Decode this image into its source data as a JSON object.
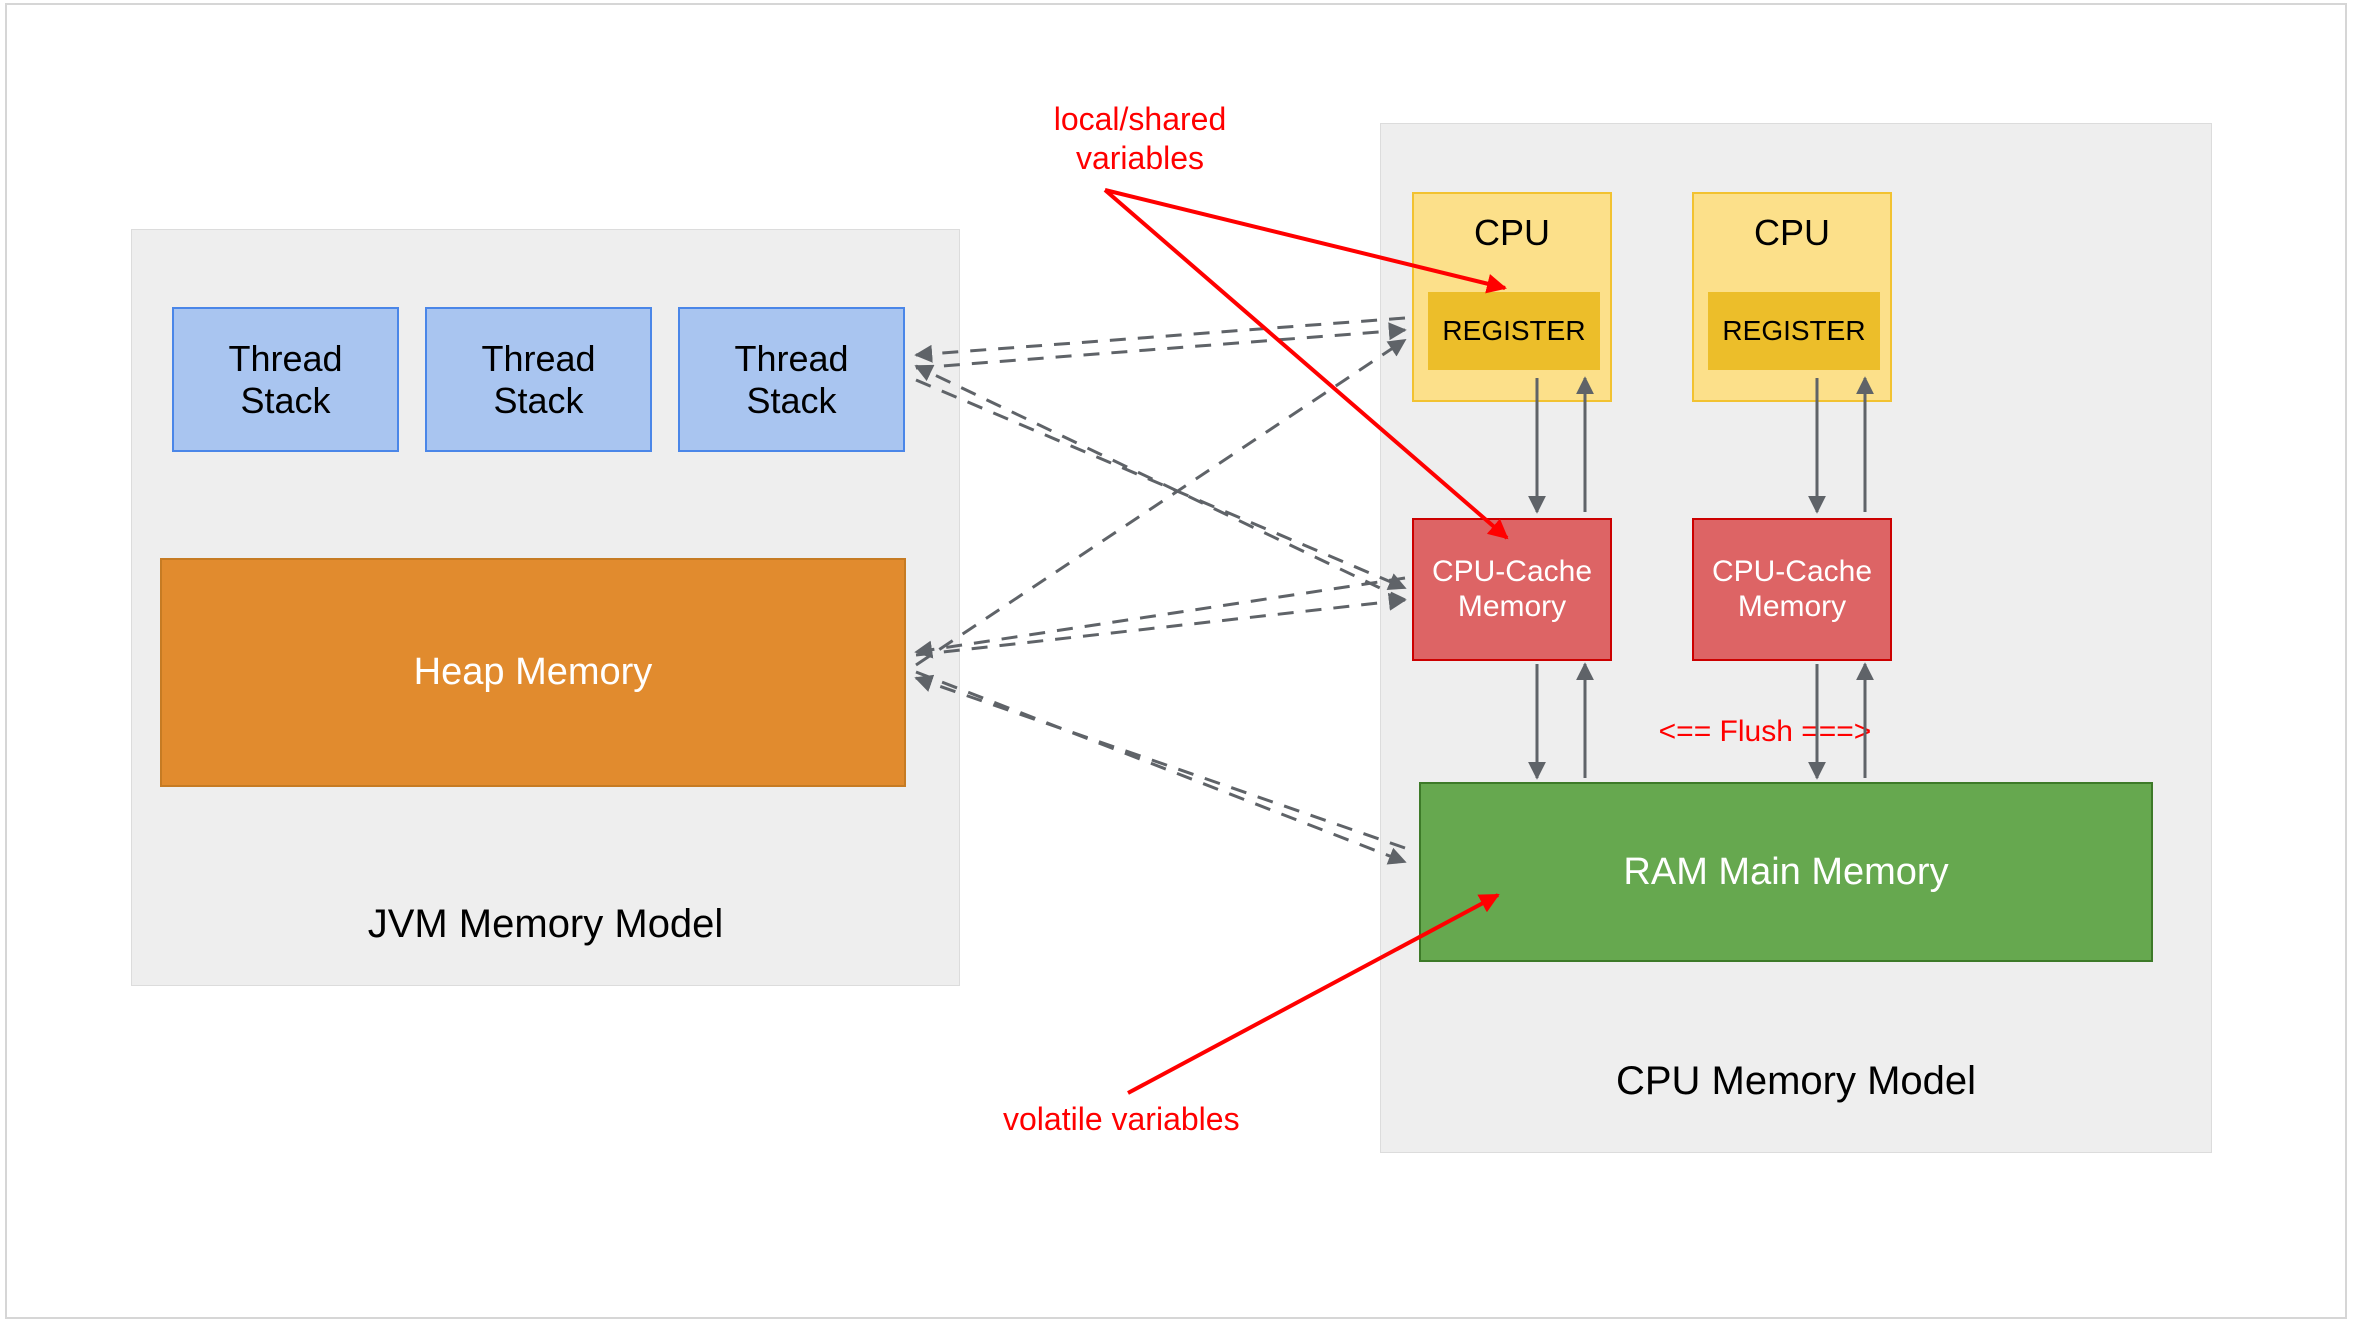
{
  "diagram": {
    "title": "JVM Memory Model and CPU Memory Model",
    "colors": {
      "panel_bg": "#eeeeee",
      "thread_stack_fill": "#a9c5f0",
      "thread_stack_stroke": "#4a86e8",
      "heap_fill": "#e18b2e",
      "cpu_fill": "#fce08a",
      "register_fill": "#ecbe2a",
      "cache_fill": "#dd6465",
      "cache_stroke": "#cc0000",
      "ram_fill": "#66a84f",
      "annotation_red": "#ff0000",
      "arrow_gray": "#5f6368"
    }
  },
  "jvm": {
    "panel_title": "JVM Memory Model",
    "thread_stacks": [
      {
        "label": "Thread\nStack"
      },
      {
        "label": "Thread\nStack"
      },
      {
        "label": "Thread\nStack"
      }
    ],
    "heap": {
      "label": "Heap Memory"
    }
  },
  "cpu": {
    "panel_title": "CPU Memory Model",
    "cores": [
      {
        "cpu_label": "CPU",
        "register_label": "REGISTER",
        "cache_label": "CPU-Cache\nMemory"
      },
      {
        "cpu_label": "CPU",
        "register_label": "REGISTER",
        "cache_label": "CPU-Cache\nMemory"
      }
    ],
    "ram": {
      "label": "RAM Main Memory"
    }
  },
  "annotations": {
    "local_shared": "local/shared\nvariables",
    "volatile": "volatile variables",
    "flush": "<== Flush ===>"
  }
}
